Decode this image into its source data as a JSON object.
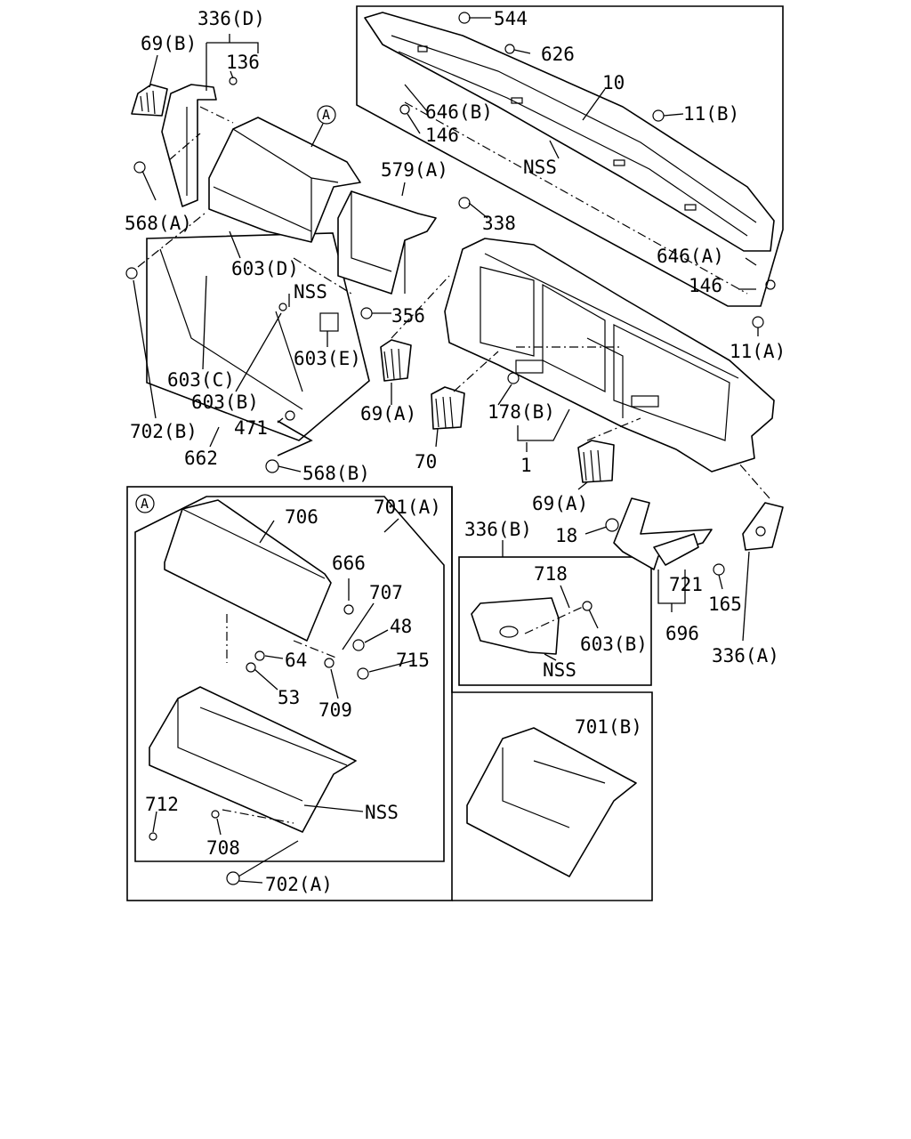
{
  "callouts": {
    "a_top": "A",
    "a_box": "A"
  },
  "labels": {
    "l336D": "336(D)",
    "l69B": "69(B)",
    "l136": "136",
    "l544": "544",
    "l626": "626",
    "l10": "10",
    "l646B": "646(B)",
    "l146a": "146",
    "l11B": "11(B)",
    "lNSS1": "NSS",
    "l568A": "568(A)",
    "l579A": "579(A)",
    "l338": "338",
    "l603D": "603(D)",
    "l646A": "646(A)",
    "l146b": "146",
    "lNSS2": "NSS",
    "l356": "356",
    "l11A": "11(A)",
    "l603E": "603(E)",
    "l603C": "603(C)",
    "l603B1": "603(B)",
    "l69A1": "69(A)",
    "l178B": "178(B)",
    "l702B": "702(B)",
    "l471": "471",
    "l662": "662",
    "l70": "70",
    "l1": "1",
    "l568B": "568(B)",
    "l69A2": "69(A)",
    "l706": "706",
    "l701A": "701(A)",
    "l336B": "336(B)",
    "l18": "18",
    "l666": "666",
    "l718": "718",
    "l707": "707",
    "l721": "721",
    "l165": "165",
    "l48": "48",
    "l603B2": "603(B)",
    "l696": "696",
    "l64": "64",
    "l715": "715",
    "lNSS3": "NSS",
    "l336A": "336(A)",
    "l53": "53",
    "l709": "709",
    "l701B": "701(B)",
    "l712": "712",
    "lNSS4": "NSS",
    "l708": "708",
    "l702A": "702(A)"
  }
}
